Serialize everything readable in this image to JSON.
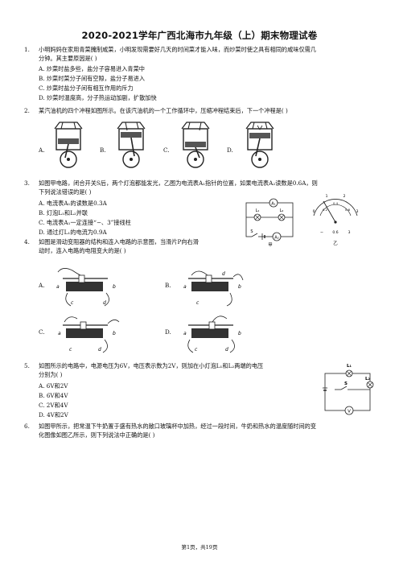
{
  "title": "2020-2021学年广西北海市九年级（上）期末物理试卷",
  "questions": [
    {
      "num": "1.",
      "lines": [
        "小明妈妈在家用青菜腌制咸菜，小明发现需要好几天的时间菜才能入味，而炒菜时使之具有相同的咸味仅需几",
        "分钟。其主要原因是(    )"
      ],
      "options": [
        "A. 炒菜时盐多些，盐分子容易进入青菜中",
        "B. 炒菜时菜分子间有空隙，盐分子易进入",
        "C. 炒菜时盐分子间有相互作用的斥力",
        "D. 炒菜时温度高，分子热运动加剧，扩散加快"
      ]
    },
    {
      "num": "2.",
      "lines": [
        "某汽油机的四个冲程如图所示。在该汽油机的一个工作循环中，压缩冲程结束后，下一个冲程是(    )"
      ],
      "options": [
        "A.",
        "B.",
        "C.",
        "D."
      ]
    },
    {
      "num": "3.",
      "lines": [
        "如图甲电路，闭合开关S后，两个灯泡都能发光，乙图为电流表A₁指针的位置，如果电流表A₂读数是0.6A，则",
        "下列说法错误的是(    )"
      ],
      "options": [
        "A. 电流表A₁的读数是0.3A",
        "B. 灯泡L₁和L₂并联",
        "C. 电流表A₁一定连接“−、3”接线柱",
        "D. 通过灯L₁的电流为0.9A"
      ],
      "fig_labels": {
        "a1": "A₁",
        "l1": "L₁",
        "l2": "L₂",
        "a2": "A₂",
        "s": "S",
        "jia": "甲",
        "yi": "乙",
        "ticks": [
          "0",
          "1",
          "2",
          "3"
        ],
        "inner": [
          "0.2",
          "0.4",
          "0.6"
        ],
        "terms": [
          "−",
          "0.6",
          "3"
        ]
      }
    },
    {
      "num": "4.",
      "lines": [
        "如图是滑动变阻器的结构和连入电路的示意图，当滑片P向右滑",
        "动时，连入电路的电阻变大的是(    )"
      ],
      "options": [
        "A.",
        "B.",
        "C.",
        "D."
      ],
      "terminals": [
        "a",
        "b",
        "c",
        "d"
      ]
    },
    {
      "num": "5.",
      "lines": [
        "如图所示的电路中，电源电压为6V，电压表示数为2V，则加在小灯泡L₁和L₂两端的电压",
        "分别为(    )"
      ],
      "options": [
        "A. 6V和2V",
        "B. 6V和4V",
        "C. 2V和4V",
        "D. 4V和2V"
      ],
      "fig_labels": {
        "l1": "L₁",
        "l2": "L₂",
        "s": "S",
        "v": "V"
      }
    },
    {
      "num": "6.",
      "lines": [
        "如图甲所示，把常温下牛奶置于盛有热水的敞口玻璃杯中加热，经过一段时间，牛奶和热水的温度随时间的变",
        "化图像如图乙所示，则下列说法中正确的是(    )"
      ]
    }
  ],
  "footer": "第1页，共19页"
}
